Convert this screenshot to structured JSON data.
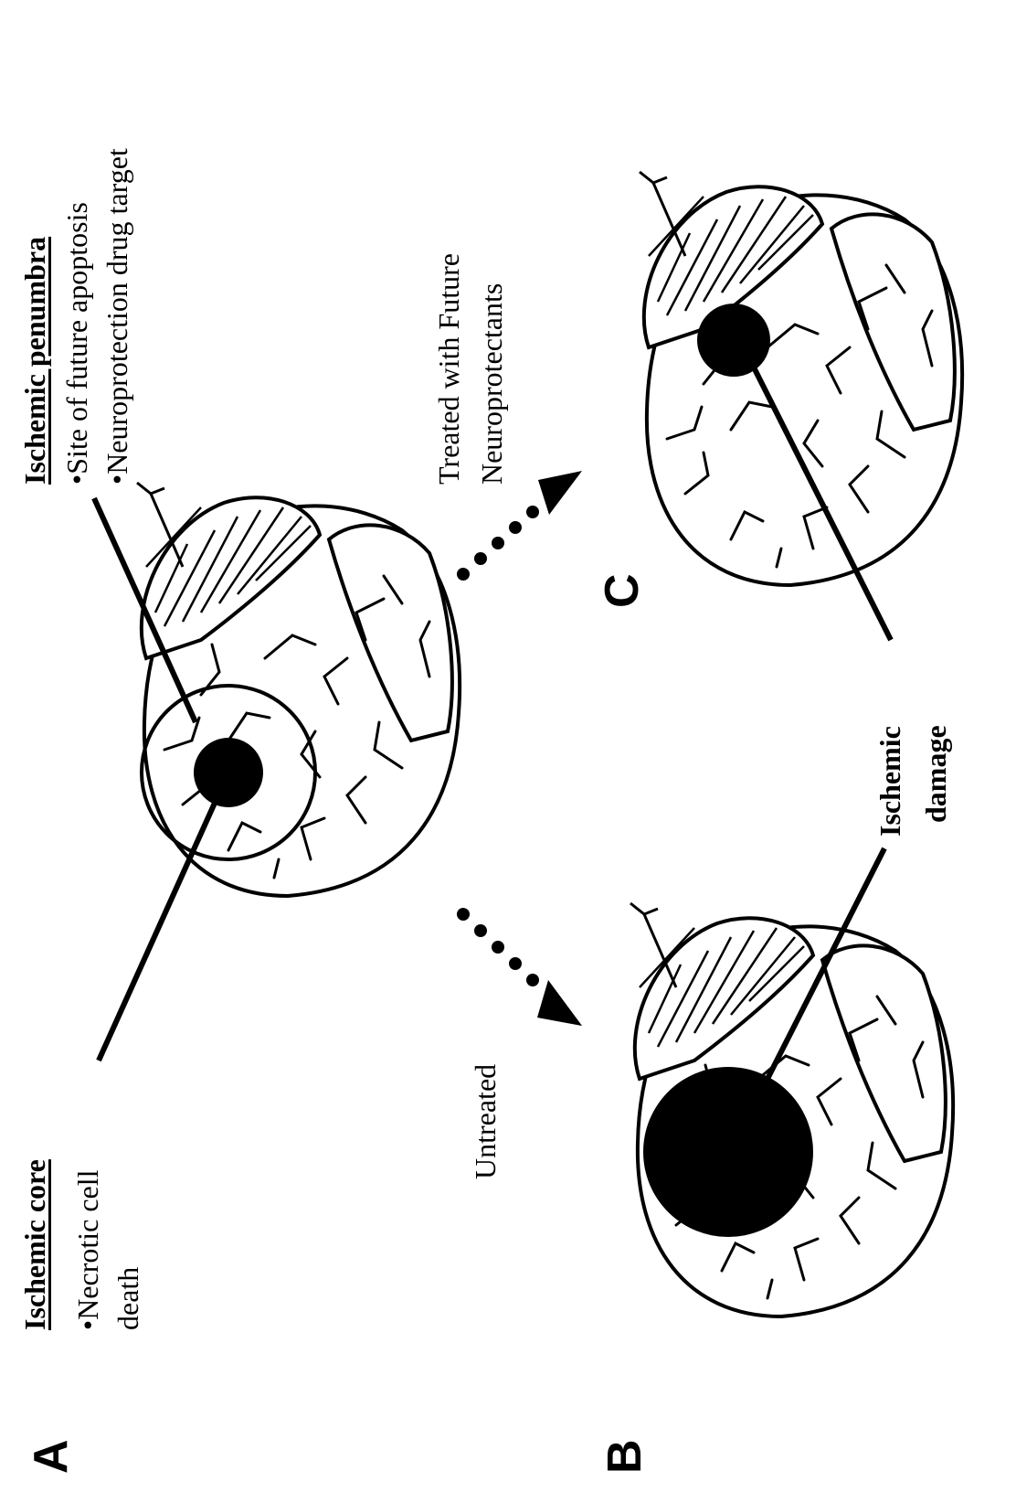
{
  "panels": {
    "a": "A",
    "b": "B",
    "c": "C"
  },
  "core": {
    "heading": "Ischemic core",
    "line1": "•Necrotic cell",
    "line2": "death"
  },
  "penumbra": {
    "heading": "Ischemic penumbra",
    "bullet1": "•Site of future apoptosis",
    "bullet2": "•Neuroprotection drug target"
  },
  "untreated": "Untreated",
  "treated": {
    "line1": "Treated with Future",
    "line2": "Neuroprotectants"
  },
  "damage": {
    "line1": "Ischemic",
    "line2": "damage"
  }
}
